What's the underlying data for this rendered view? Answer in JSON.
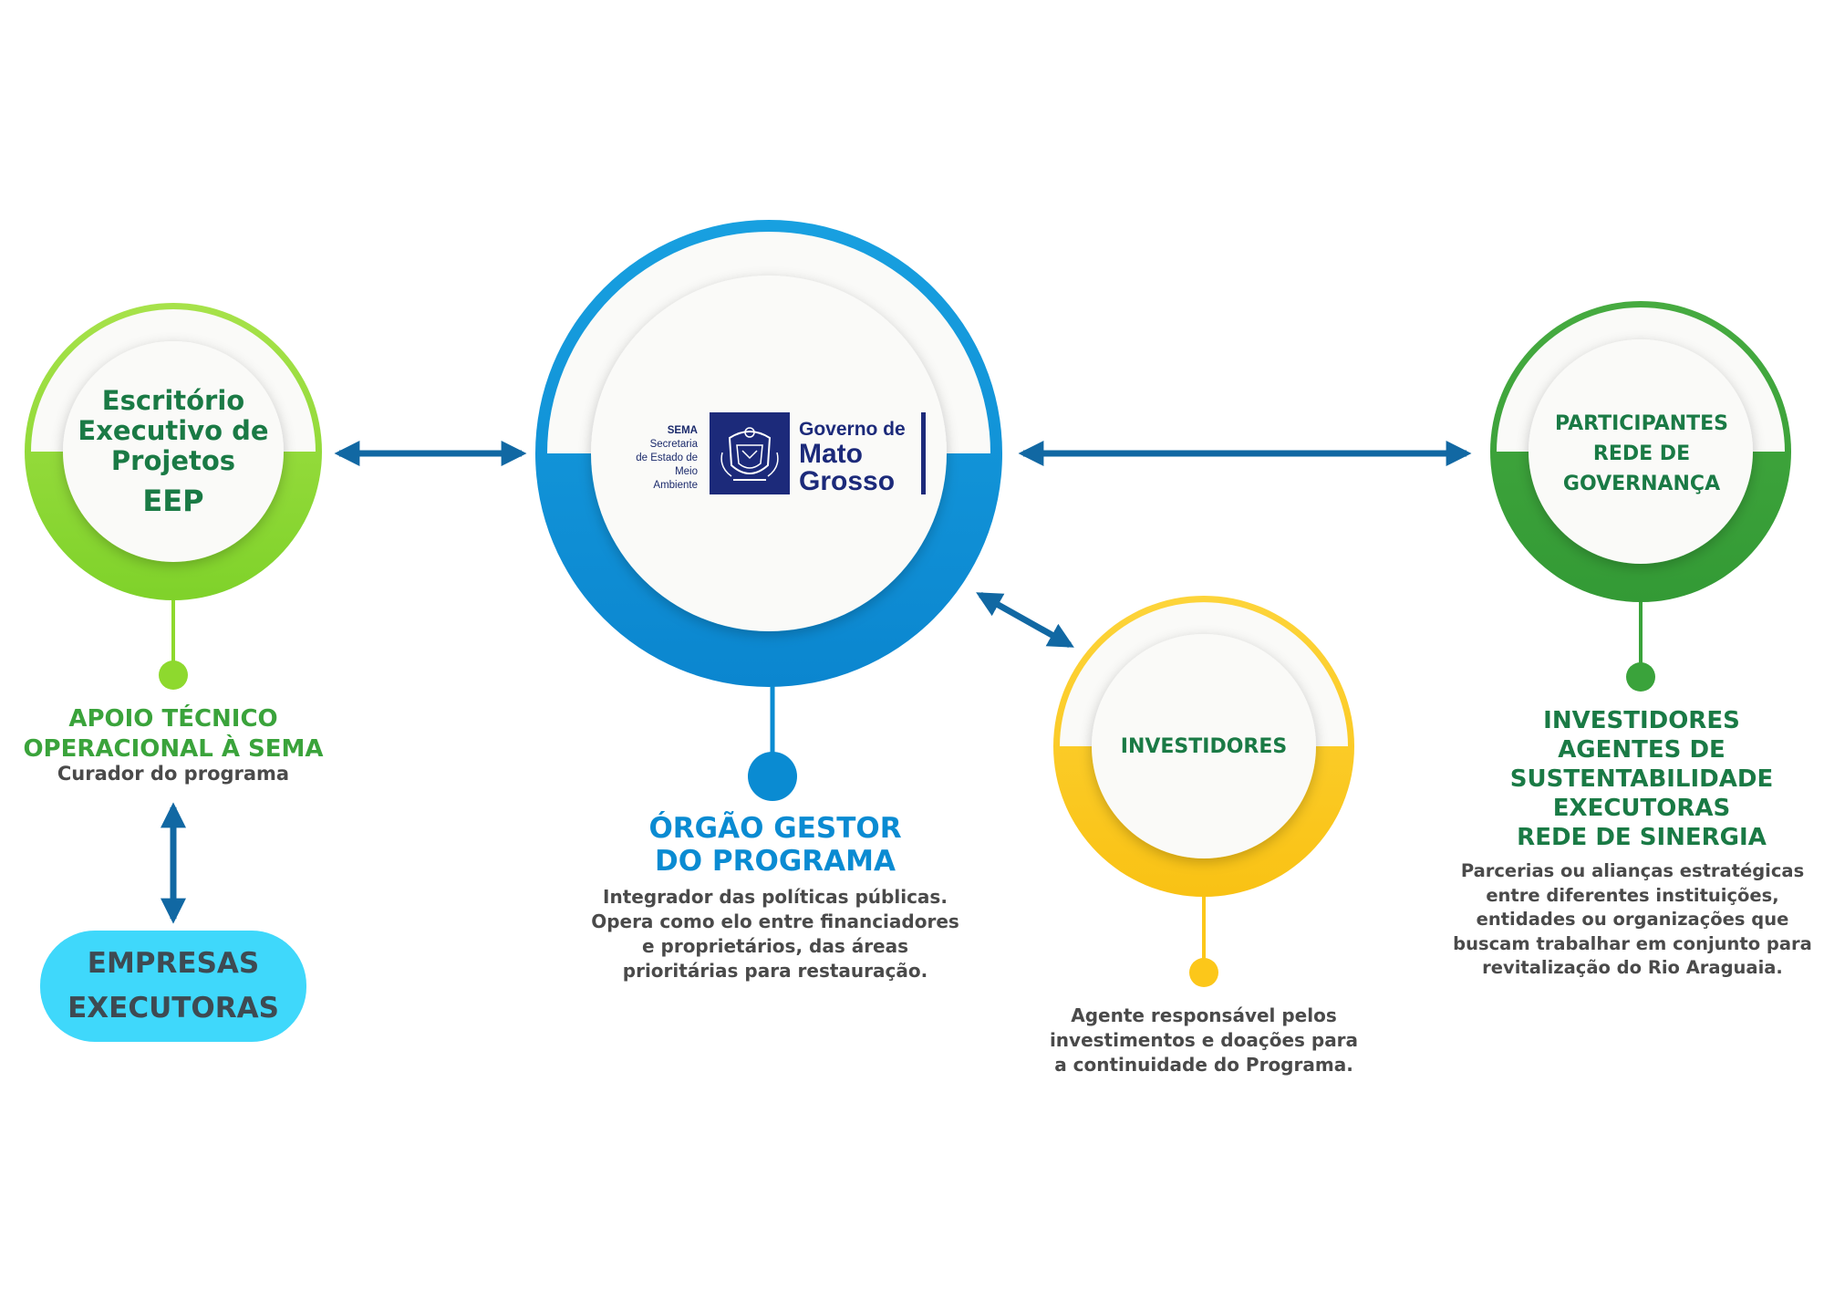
{
  "eep": {
    "title_lines": [
      "Escritório",
      "Executivo de",
      "Projetos"
    ],
    "acronym": "EEP",
    "caption_title_lines": [
      "APOIO TÉCNICO",
      "OPERACIONAL À SEMA"
    ],
    "caption_sub": "Curador do programa"
  },
  "empresas": {
    "lines": [
      "EMPRESAS",
      "EXECUTORAS"
    ]
  },
  "logo": {
    "sema_lines": [
      "SEMA",
      "Secretaria",
      "de Estado de",
      "Meio Ambiente"
    ],
    "gov_lines": [
      "Governo de",
      "Mato",
      "Grosso"
    ]
  },
  "orgao": {
    "title_lines": [
      "ÓRGÃO GESTOR",
      "DO PROGRAMA"
    ],
    "desc_lines": [
      "Integrador das políticas públicas.",
      "Opera como elo entre financiadores",
      "e proprietários, das áreas",
      "prioritárias para restauração."
    ]
  },
  "investidores": {
    "label": "INVESTIDORES",
    "desc_lines": [
      "Agente responsável pelos",
      "investimentos e doações para",
      "a continuidade do Programa."
    ]
  },
  "participantes": {
    "label_lines": [
      "PARTICIPANTES",
      "REDE DE",
      "GOVERNANÇA"
    ],
    "caption_title_lines": [
      "INVESTIDORES",
      "AGENTES DE",
      "SUSTENTABILIDADE",
      "EXECUTORAS",
      "REDE DE SINERGIA"
    ],
    "caption_desc_lines": [
      "Parcerias ou alianças estratégicas",
      "entre diferentes instituições,",
      "entidades ou organizações que",
      "buscam trabalhar em conjunto para",
      "revitalização do Rio Araguaia."
    ]
  },
  "colors": {
    "lime": "#8ed92e",
    "blue": "#0a8bd2",
    "yellow": "#fcc71a",
    "green": "#3aa33b",
    "arrow": "#1168a3",
    "pill": "#3fd8fb"
  }
}
